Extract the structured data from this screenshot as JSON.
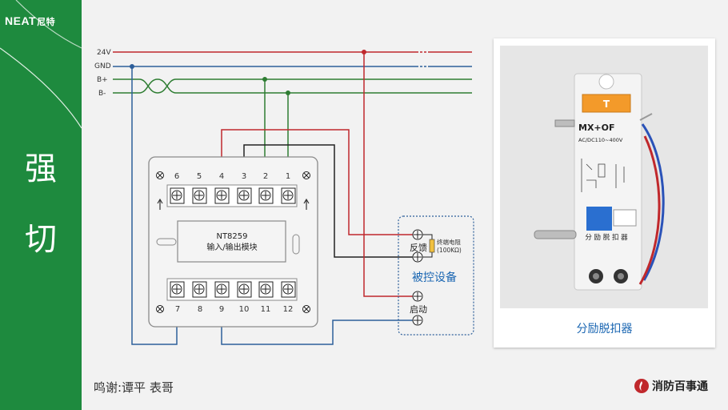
{
  "brand": {
    "latin": "NEAT",
    "cn": "尼特"
  },
  "side_title": [
    "强",
    "切"
  ],
  "bus": {
    "lines": [
      "24V",
      "GND",
      "B+",
      "B-"
    ]
  },
  "module": {
    "model": "NT8259",
    "name": "输入/输出模块",
    "top_terminals": [
      "6",
      "5",
      "4",
      "3",
      "2",
      "1"
    ],
    "bottom_terminals": [
      "7",
      "8",
      "9",
      "10",
      "11",
      "12"
    ]
  },
  "device": {
    "title": "被控设备",
    "feedback": "反馈",
    "start": "启动",
    "resistor": [
      "终端电阻",
      "(100KΩ)"
    ]
  },
  "photo": {
    "caption": "分励脱扣器",
    "label_main": "MX+OF",
    "label_sub": "AC/DC110~400V",
    "label_bottom": "分 励 脱 扣 器",
    "tab": "T"
  },
  "credits": "鸣谢:谭平 表哥",
  "logo": {
    "text": "消防百事通"
  },
  "colors": {
    "red": "#c0282c",
    "blue": "#2d5f9a",
    "green": "#2e7d32",
    "black": "#222222",
    "sidebar": "#1e8a3e"
  }
}
